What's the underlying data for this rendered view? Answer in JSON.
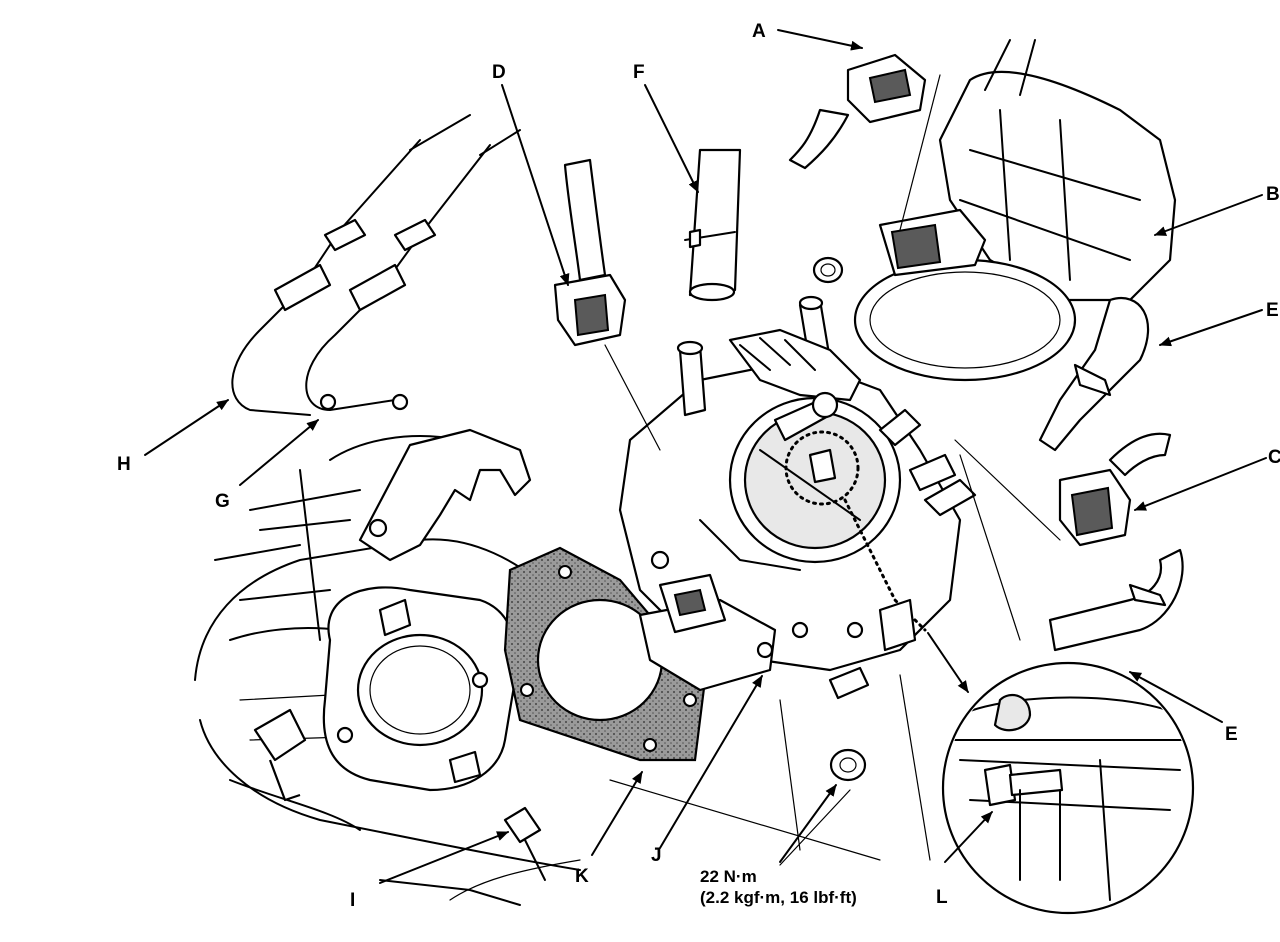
{
  "callouts": {
    "A": "A",
    "B": "B",
    "C": "C",
    "D": "D",
    "E": "E",
    "F": "F",
    "G": "G",
    "H": "H",
    "I": "I",
    "J": "J",
    "K": "K",
    "L": "L"
  },
  "torque_spec": {
    "line1": "22 N·m",
    "line2": "(2.2 kgf·m, 16 lbf·ft)"
  }
}
